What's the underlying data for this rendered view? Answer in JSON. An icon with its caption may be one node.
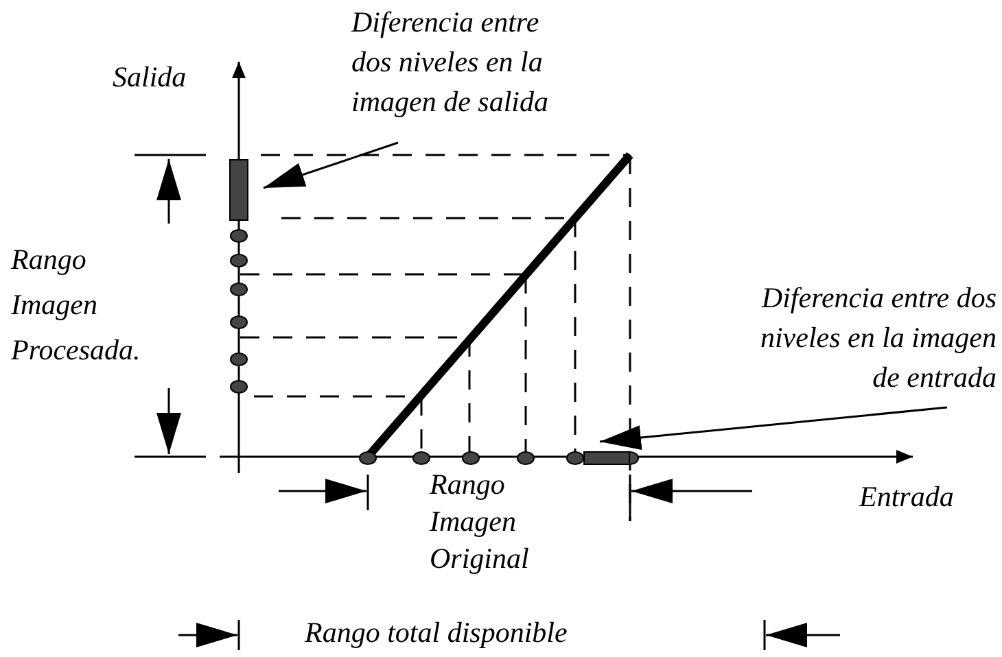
{
  "diagram": {
    "nodes": [
      {
        "text": [
          "Diferencia entre dos niveles en la imagen de salida"
        ]
      },
      {
        "text": [],
        "shape": "bar"
      },
      {
        "text": [
          "Diferencia entre dos niveles en la imagen de entrada"
        ]
      },
      {
        "text": [],
        "shape": "bar"
      }
    ],
    "edges": [
      {
        "from": 0,
        "to": 1,
        "arrow": "to"
      },
      {
        "from": 2,
        "to": 3,
        "arrow": "to"
      }
    ],
    "labels": [
      "Salida",
      "Rango Imagen Procesada.",
      "Rango Imagen Original",
      "Entrada",
      "Rango total disponible"
    ]
  }
}
